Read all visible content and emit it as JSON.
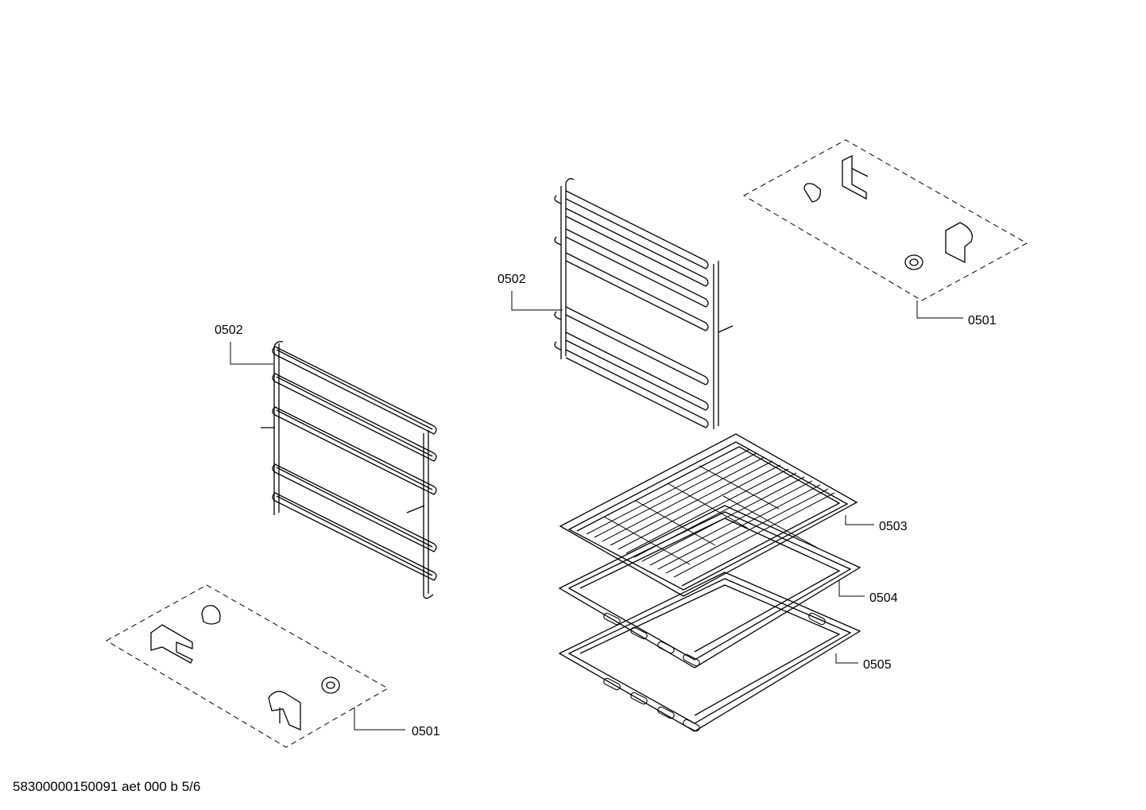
{
  "callouts": {
    "shelf_support_kit_right": "0501",
    "shelf_support_kit_left": "0501",
    "rail_rack_left": "0502",
    "rail_rack_right": "0502",
    "wire_grid_rack": "0503",
    "baking_tray": "0504",
    "deep_tray": "0505"
  },
  "footer": {
    "document_code": "58300000150091 aet 000 b 5/6"
  }
}
